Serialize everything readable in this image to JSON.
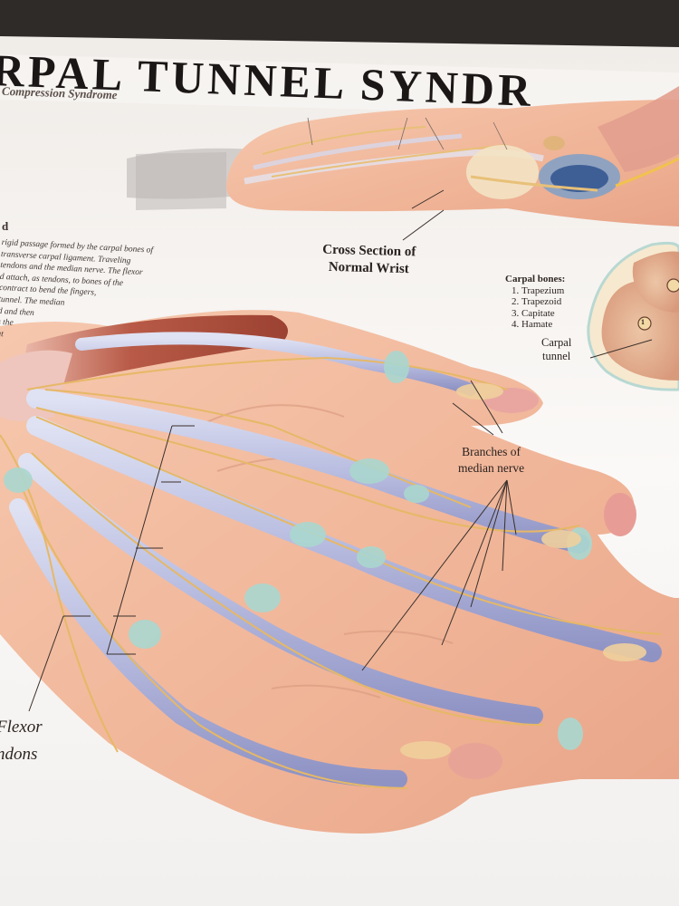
{
  "poster": {
    "title": "RPAL TUNNEL SYNDR",
    "subtitle": "Compression Syndrome",
    "heading_fragment": "d",
    "body_lines": [
      "rigid passage formed by the carpal bones of",
      "transverse carpal ligament. Traveling",
      "tendons and the median nerve. The flexor",
      "d attach, as tendons, to bones of the",
      "contract to bend the fingers,",
      "tunnel. The median",
      "d and then",
      "s the",
      "at"
    ],
    "cross_section_caption": [
      "Cross Section of",
      "Normal Wrist"
    ],
    "carpal_bones": {
      "title": "Carpal bones:",
      "items": [
        "Trapezium",
        "Trapezoid",
        "Capitate",
        "Hamate"
      ]
    },
    "carpal_tunnel_label": [
      "Carpal",
      "tunnel"
    ],
    "branches_label": [
      "Branches of",
      "median nerve"
    ],
    "flexor_label": [
      "Flexor",
      "ndons"
    ],
    "bone_number": "1",
    "colors": {
      "skin": "#f2b9a0",
      "tendon": "#b8bde0",
      "nerve": "#e8c078",
      "muscle": "#b55b4a",
      "sheath": "#a9d8cf"
    }
  }
}
